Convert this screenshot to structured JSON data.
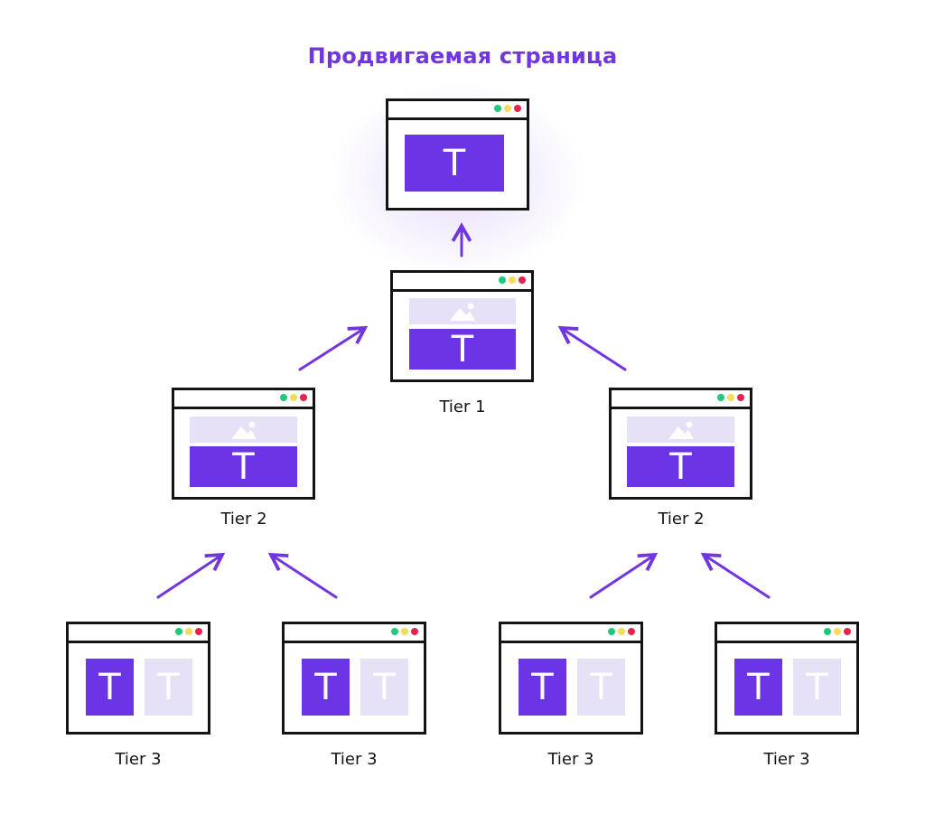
{
  "title": "Продвигаемая страница",
  "colors": {
    "accent": "#6b35e6",
    "light": "#e7e1f7",
    "dot_green": "#1ec97a",
    "dot_yellow": "#f4dc5a",
    "dot_red": "#e5234b",
    "outline": "#141414"
  },
  "glyph": "T",
  "tiers": {
    "tier1": "Tier 1",
    "tier2": [
      "Tier 2",
      "Tier 2"
    ],
    "tier3": [
      "Tier 3",
      "Tier 3",
      "Tier 3",
      "Tier 3"
    ]
  }
}
